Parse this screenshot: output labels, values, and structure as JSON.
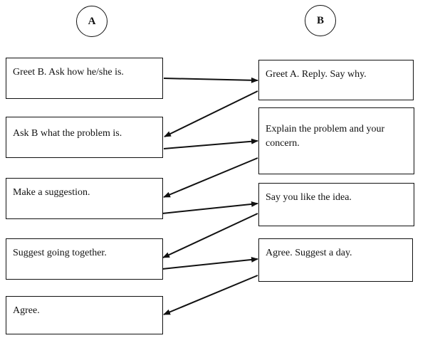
{
  "speakers": {
    "a": "A",
    "b": "B"
  },
  "left_boxes": [
    {
      "text": "Greet B. Ask how he/she is."
    },
    {
      "text": "Ask B what the problem is."
    },
    {
      "text": "Make a suggestion."
    },
    {
      "text": "Suggest going together."
    },
    {
      "text": "Agree."
    }
  ],
  "right_boxes": [
    {
      "text": "Greet A. Reply. Say why."
    },
    {
      "text": "Explain the problem and your concern."
    },
    {
      "text": "Say you like the idea."
    },
    {
      "text": "Agree. Suggest a day."
    }
  ],
  "arrows": [
    {
      "from": "A1",
      "to": "B1"
    },
    {
      "from": "B1",
      "to": "A2"
    },
    {
      "from": "A2",
      "to": "B2"
    },
    {
      "from": "B2",
      "to": "A3"
    },
    {
      "from": "A3",
      "to": "B3"
    },
    {
      "from": "B3",
      "to": "A4"
    },
    {
      "from": "A4",
      "to": "B4"
    },
    {
      "from": "B4",
      "to": "A5"
    }
  ]
}
